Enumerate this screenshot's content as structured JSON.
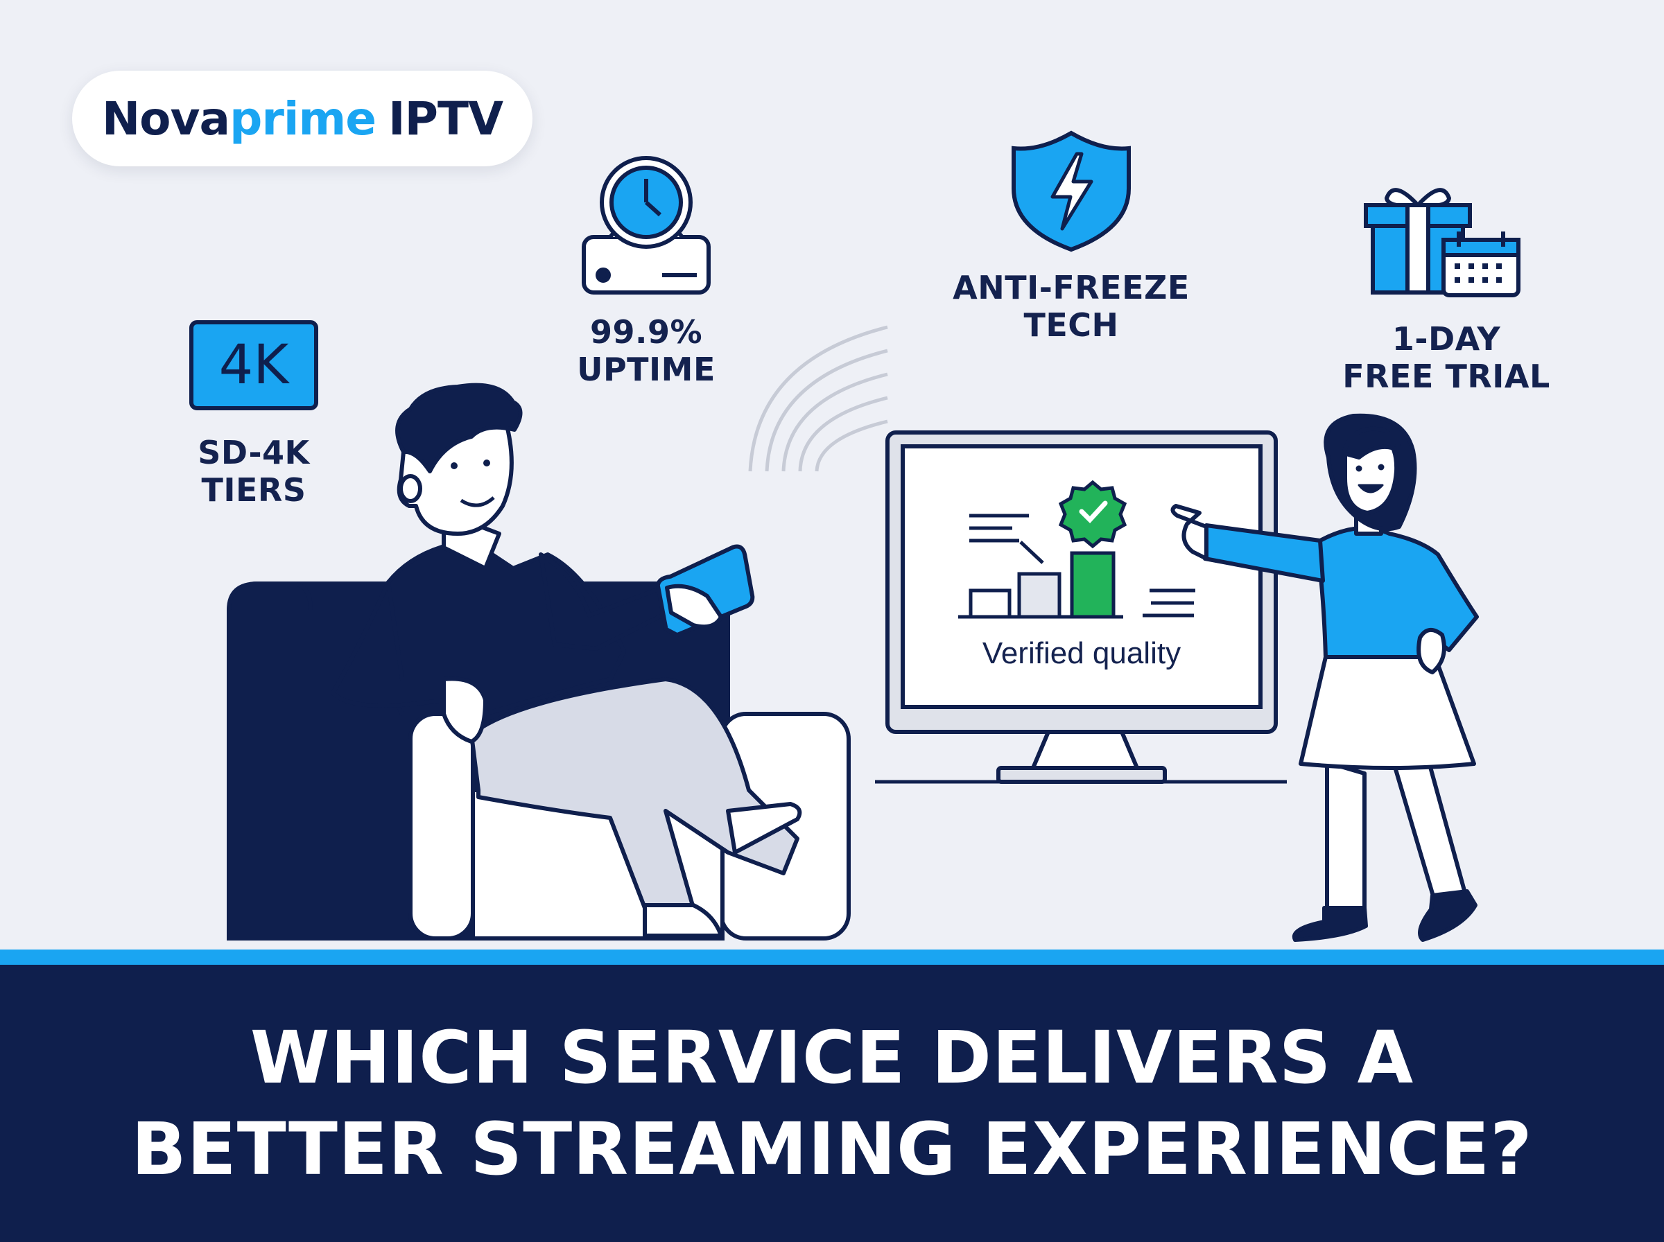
{
  "brand": {
    "part1": "Nova",
    "part2": "prime",
    "part3": "IPTV"
  },
  "features": [
    {
      "line1": "SD-4K",
      "line2": "TIERS",
      "icon": "4k-badge-icon",
      "badge": "4K"
    },
    {
      "line1": "99.9%",
      "line2": "UPTIME",
      "icon": "clock-server-icon"
    },
    {
      "line1": "ANTI-FREEZE",
      "line2": "TECH",
      "icon": "shield-bolt-icon"
    },
    {
      "line1": "1-DAY",
      "line2": "FREE TRIAL",
      "icon": "gift-calendar-icon"
    }
  ],
  "tv": {
    "caption": "Verified quality"
  },
  "headline": {
    "line1": "WHICH SERVICE DELIVERS A",
    "line2": "BETTER STREAMING EXPERIENCE?"
  },
  "colors": {
    "navy": "#0f1f4d",
    "blue": "#1aa5f2",
    "green": "#22b35a",
    "background": "#eef0f6"
  }
}
